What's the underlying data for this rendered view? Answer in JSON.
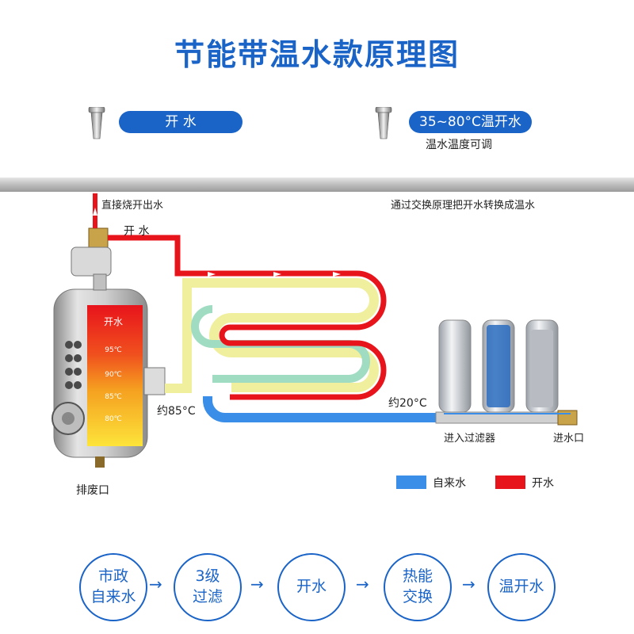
{
  "title": "节能带温水款原理图",
  "taps": {
    "boiling_label": "开 水",
    "warm_label": "35~80°C温开水",
    "warm_sub": "温水温度可调"
  },
  "annotations": {
    "direct_boil": "直接烧开出水",
    "boil_pipe": "开 水",
    "exchange": "通过交换原理把开水转换成温水",
    "approx85": "约85°C",
    "approx20": "约20°C",
    "into_filter": "进入过滤器",
    "water_inlet": "进水口",
    "drain": "排废口"
  },
  "tank_levels": [
    "开水",
    "95℃",
    "90℃",
    "85℃",
    "80℃"
  ],
  "legend": {
    "tap_water": "自来水",
    "boiling": "开水",
    "tap_color": "#3a8ee8",
    "boiling_color": "#e8141c"
  },
  "flow": [
    {
      "line1": "市政",
      "line2": "自来水"
    },
    {
      "line1": "3级",
      "line2": "过滤"
    },
    {
      "line1": "开水",
      "line2": ""
    },
    {
      "line1": "热能",
      "line2": "交换"
    },
    {
      "line1": "温开水",
      "line2": ""
    }
  ],
  "flow_arrow": "→"
}
